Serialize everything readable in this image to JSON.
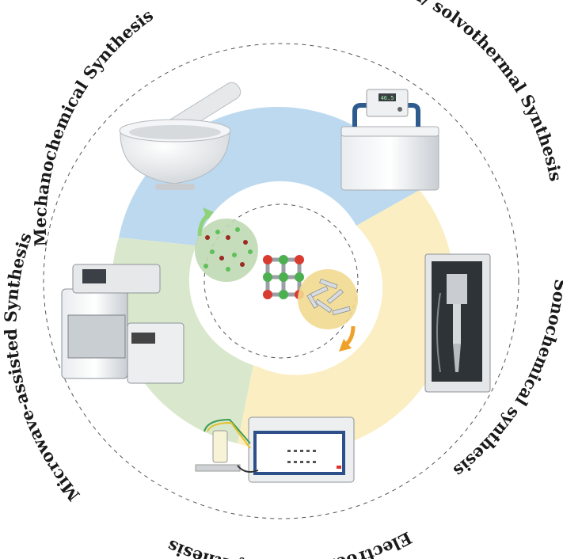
{
  "labels": {
    "mechanochemical": "Mechanochemical Synthesis",
    "hydrothermal": "Hydrothermal/ solvothermal Synthesis",
    "sonochemical": "Sonochemical synthesis",
    "electrochemical": "Electrochemical Synthesis",
    "microwave": "Microwave-assisted Synthesis"
  },
  "devices": {
    "hydrothermal_display": "46.5"
  },
  "colors": {
    "blue_sector": "#bcd9ef",
    "yellow_sector": "#fbeec2",
    "green_sector": "#d9e8cc",
    "metal_node": "#d93b30",
    "linker_node": "#4caf50",
    "arrow_green": "#8fd27a",
    "arrow_orange": "#f0a12a"
  }
}
